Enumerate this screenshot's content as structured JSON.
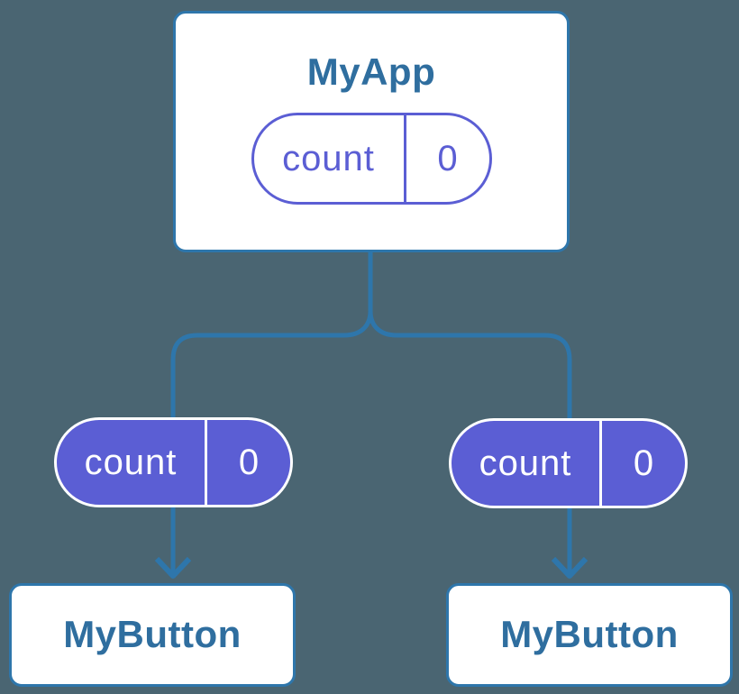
{
  "canvas": {
    "background_color": "#4A6572"
  },
  "palette": {
    "line_blue": "#2E76AB",
    "title_blue": "#2F6E9F",
    "purple": "#5B5ED4",
    "card_white": "#FFFFFF"
  },
  "diagram": {
    "root": {
      "title": "MyApp",
      "state": {
        "name": "count",
        "value": "0"
      }
    },
    "children": [
      {
        "title": "MyButton",
        "prop": {
          "name": "count",
          "value": "0"
        }
      },
      {
        "title": "MyButton",
        "prop": {
          "name": "count",
          "value": "0"
        }
      }
    ]
  }
}
